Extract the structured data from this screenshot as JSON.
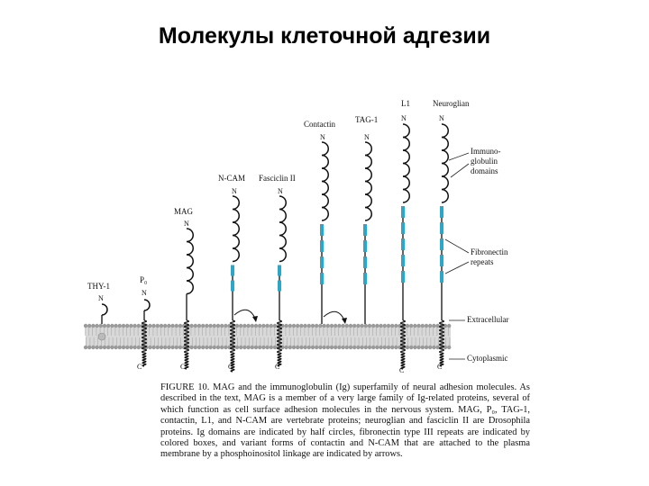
{
  "slide": {
    "title": "Молекулы клеточной адгезии"
  },
  "labels": {
    "L1": "L1",
    "neuroglian": "Neuroglian",
    "contactin": "Contactin",
    "tag1": "TAG-1",
    "ncam": "N-CAM",
    "fasciclin": "Fasciclin II",
    "mag": "MAG",
    "thy1": "THY-1",
    "p0": "P₀",
    "immuno": [
      "Immuno-",
      "globulin",
      "domains"
    ],
    "fibronectin": [
      "Fibronectin",
      "repeats"
    ],
    "extracellular": "Extracellular",
    "cytoplasmic": "Cytoplasmic",
    "N": "N",
    "C": "C"
  },
  "caption": {
    "label": "FIGURE 10.",
    "text": "MAG and the immunoglobulin (Ig) superfamily of neural adhesion molecules. As described in the text, MAG is a member of a very large family of Ig-related proteins, several of which function as cell surface adhesion molecules in the nervous system. MAG, P₀, TAG-1, contactin, L1, and N-CAM are vertebrate proteins; neuroglian and fasciclin II are Drosophila proteins. Ig domains are indicated by half circles, fibronectin type III repeats are indicated by colored boxes, and variant forms of contactin and N-CAM that are attached to the plasma membrane by a phosphoinositol linkage are indicated by arrows."
  },
  "colors": {
    "fibronectin": "#2aa7c9",
    "membrane": "#9a9a9a"
  }
}
